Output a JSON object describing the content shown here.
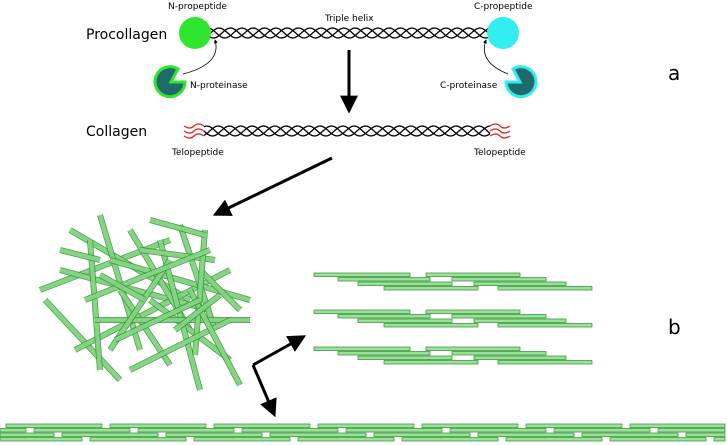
{
  "labels": {
    "procollagen": "Procollagen",
    "collagen": "Collagen",
    "n_propeptide": "N-propeptide",
    "c_propeptide": "C-propeptide",
    "triple_helix": "Triple helix",
    "n_proteinase": "N-proteinase",
    "c_proteinase": "C-proteinase",
    "telopeptide_left": "Telopeptide",
    "telopeptide_right": "Telopeptide",
    "panel_a": "a",
    "panel_b": "b"
  },
  "colors": {
    "n_propeptide": "#2ee62e",
    "c_propeptide": "#33eef0",
    "n_proteinase": "#1f6b6b",
    "telopeptide": "#e02020",
    "fibril": "#8fe08f",
    "fibril_edge": "#2e8b2e"
  }
}
